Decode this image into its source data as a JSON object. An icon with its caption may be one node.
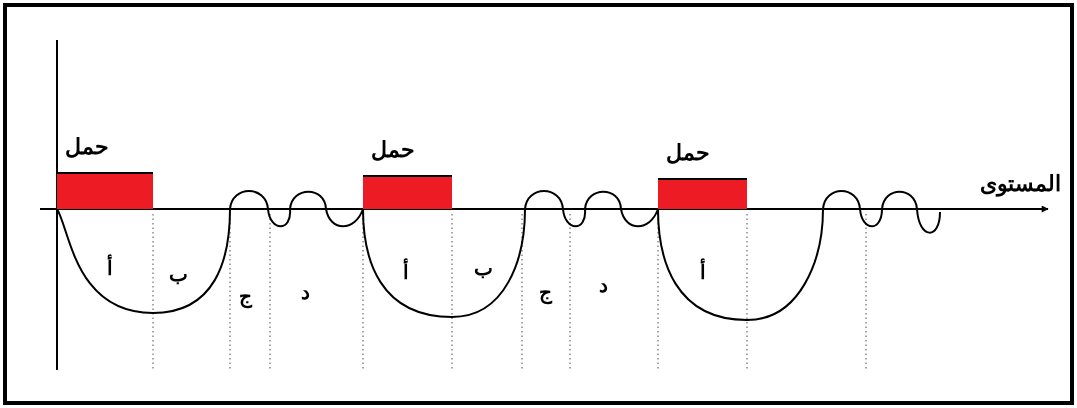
{
  "diagram": {
    "nodes": [
      {
        "text": [
          "حمل"
        ]
      },
      {
        "text": [
          "حمل"
        ]
      },
      {
        "text": [
          "حمل"
        ]
      }
    ],
    "labels": [
      "المستوى",
      "أ",
      "ب",
      "ج",
      "د",
      "أ",
      "ب",
      "ج",
      "د",
      "أ"
    ]
  }
}
